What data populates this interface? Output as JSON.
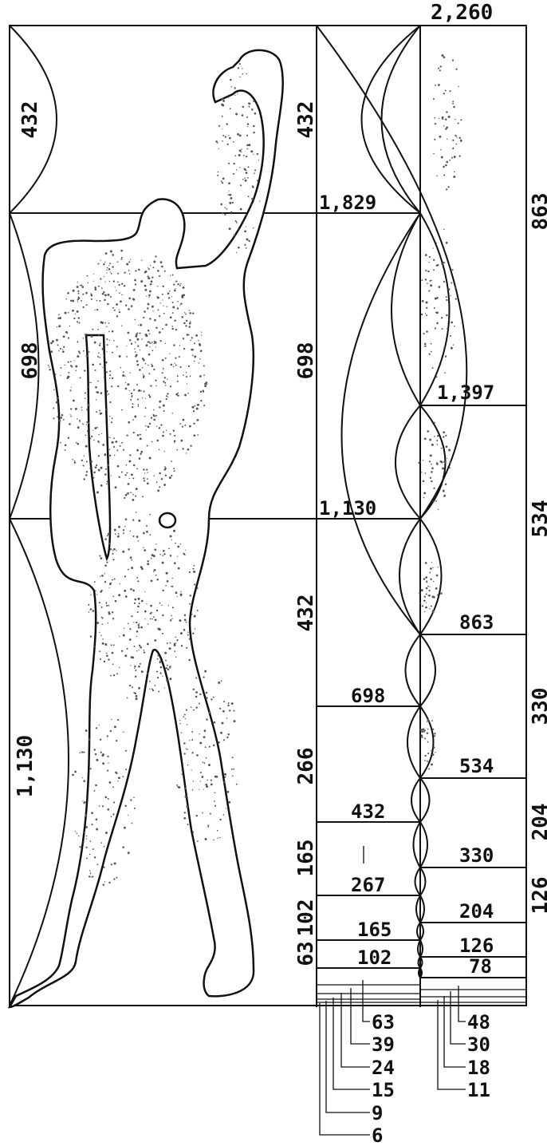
{
  "diagram": {
    "top_value": "2,260",
    "left_column": [
      "432",
      "698",
      "1,130"
    ],
    "middle_column": [
      "432",
      "698",
      "432",
      "266",
      "165",
      "102",
      "63"
    ],
    "right_column": [
      "863",
      "534",
      "330",
      "204",
      "126"
    ],
    "red_series": [
      "1,829",
      "1,130",
      "698",
      "432",
      "267",
      "165",
      "102"
    ],
    "blue_series": [
      "1,397",
      "863",
      "534",
      "330",
      "204",
      "126",
      "78"
    ],
    "red_small": [
      "63",
      "39",
      "24",
      "15",
      "9",
      "6"
    ],
    "blue_small": [
      "48",
      "30",
      "18",
      "11"
    ]
  }
}
